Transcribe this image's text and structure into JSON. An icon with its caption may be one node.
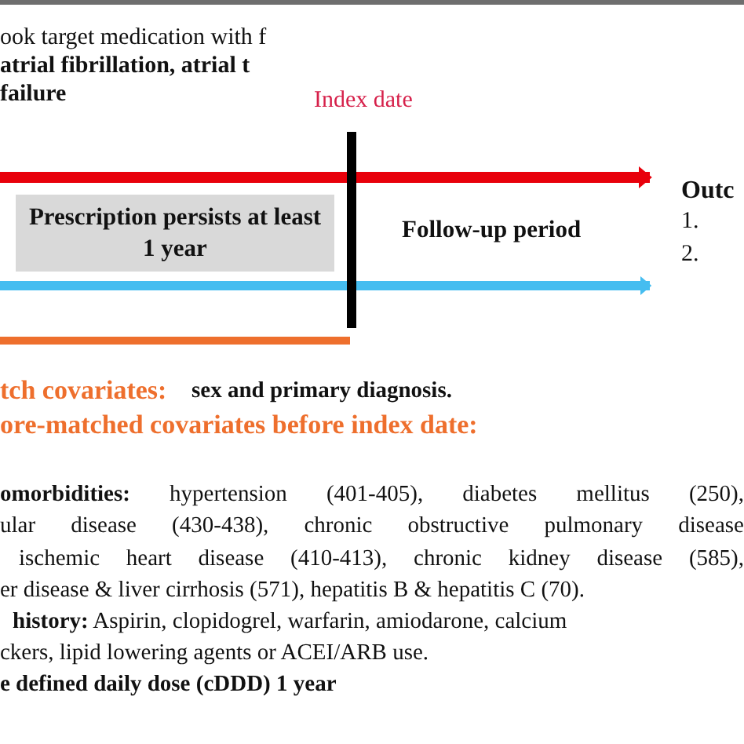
{
  "diagram": {
    "nodes": [
      {
        "text": [
          "Prescription persists at least 1 year"
        ]
      }
    ],
    "labels": [
      "ook target medication with f **atrial fibrillation, atrial t failure**",
      "Index date",
      "Follow-up period",
      "Outc",
      "1.",
      "2.",
      "tch covariates:",
      "sex and primary diagnosis.",
      "ore-matched covariates before index date:",
      "**omorbidities:** hypertension (401-405), diabetes mellitus (250),",
      "ular disease (430-438), chronic obstructive pulmonary disease",
      "ischemic heart disease (410-413), chronic kidney disease (585),",
      "er disease & liver cirrhosis (571), hepatitis B & hepatitis C (70).",
      "**history:** Aspirin, clopidogrel, warfarin, amiodarone, calcium",
      "ckers, lipid lowering agents or ACEI/ARB use.",
      "e defined daily dose (cDDD) 1 year"
    ]
  }
}
